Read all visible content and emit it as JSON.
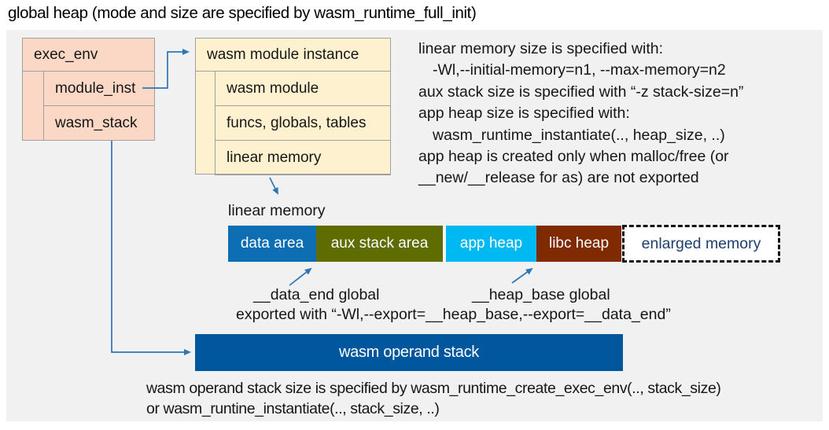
{
  "title": "global heap (mode and size are specified by wasm_runtime_full_init)",
  "exec_env": {
    "header": "exec_env",
    "rows": [
      "module_inst",
      "wasm_stack"
    ]
  },
  "module_instance": {
    "header": "wasm module instance",
    "rows": [
      "wasm module",
      "funcs, globals, tables",
      "linear memory"
    ]
  },
  "memory_note": {
    "lines": [
      {
        "text": "linear memory size is specified with:"
      },
      {
        "text": "-Wl,--initial-memory=n1, --max-memory=n2"
      },
      {
        "text": "aux stack size is specified with “-z stack-size=n”"
      },
      {
        "text": "app heap size is specified with:"
      },
      {
        "text": "wasm_runtime_instantiate(.., heap_size, ..)"
      },
      {
        "text": "app heap is created only when malloc/free (or"
      },
      {
        "text": "__new/__release for as) are not exported"
      }
    ]
  },
  "linear_memory": {
    "label": "linear memory",
    "segments": [
      {
        "label": "data area",
        "color": "#0e6eb4",
        "text_color": "#ffffff"
      },
      {
        "label": "aux stack area",
        "color": "#5f6d00",
        "text_color": "#ffffff"
      },
      {
        "label": "app heap",
        "color": "#00b9f2",
        "text_color": "#ffffff"
      },
      {
        "label": "libc heap",
        "color": "#7f2a00",
        "text_color": "#ffffff"
      },
      {
        "label": "enlarged memory",
        "color": "#ffffff",
        "text_color": "#1d3e6f"
      }
    ],
    "data_end_label": "__data_end global",
    "heap_base_label": "__heap_base global",
    "export_note": "exported with “-Wl,--export=__heap_base,--export=__data_end”"
  },
  "operand_stack": {
    "label": "wasm operand stack",
    "note_lines": [
      "wasm operand stack size is specified by wasm_runtime_create_exec_env(.., stack_size)",
      "or wasm_runtine_instantiate(.., stack_size, ..)"
    ]
  },
  "colors": {
    "arrow": "#2e75b6",
    "global_heap_bg": "#f1f1f1",
    "exec_env_fill": "#fbd8c5",
    "instance_fill": "#fdf1cf",
    "operand_stack_fill": "#00579e"
  }
}
